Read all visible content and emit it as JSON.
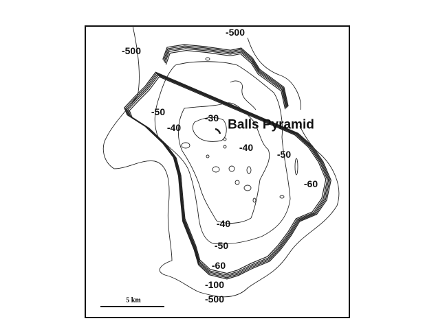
{
  "map": {
    "title": "Balls Pyramid",
    "scale_label": "5 km",
    "contour_labels": [
      "-500",
      "-500",
      "-50",
      "-40",
      "-30",
      "-40",
      "-50",
      "-60",
      "-40",
      "-50",
      "-60",
      "-100",
      "-500"
    ]
  },
  "colors": {
    "line": "#222222",
    "frame": "#111111",
    "background": "#ffffff"
  }
}
